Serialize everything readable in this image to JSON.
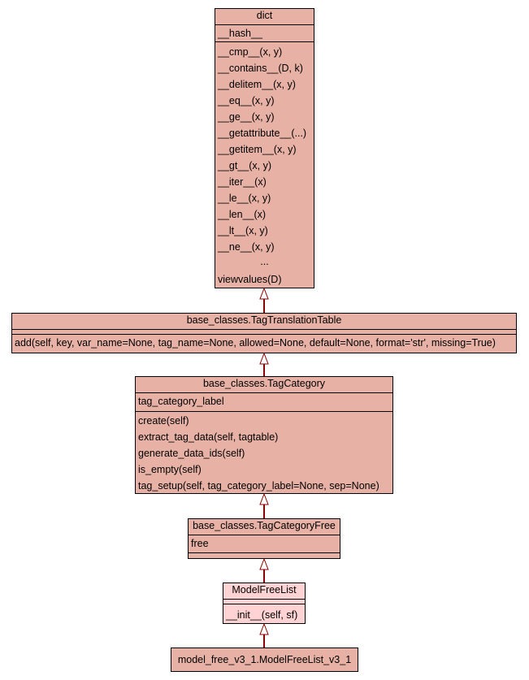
{
  "classes": {
    "dict": {
      "name": "dict",
      "attributes": [
        "__hash__"
      ],
      "methods": [
        "__cmp__(x, y)",
        "__contains__(D, k)",
        "__delitem__(x, y)",
        "__eq__(x, y)",
        "__ge__(x, y)",
        "__getattribute__(...)",
        "__getitem__(x, y)",
        "__gt__(x, y)",
        "__iter__(x)",
        "__le__(x, y)",
        "__len__(x)",
        "__lt__(x, y)",
        "__ne__(x, y)",
        "...",
        "viewvalues(D)"
      ]
    },
    "tag_translation_table": {
      "name": "base_classes.TagTranslationTable",
      "attributes": [],
      "methods": [
        "add(self, key, var_name=None, tag_name=None, allowed=None, default=None, format='str', missing=True)"
      ]
    },
    "tag_category": {
      "name": "base_classes.TagCategory",
      "attributes": [
        "tag_category_label"
      ],
      "methods": [
        "create(self)",
        "extract_tag_data(self, tagtable)",
        "generate_data_ids(self)",
        "is_empty(self)",
        "tag_setup(self, tag_category_label=None, sep=None)"
      ]
    },
    "tag_category_free": {
      "name": "base_classes.TagCategoryFree",
      "attributes": [
        "free"
      ],
      "methods": []
    },
    "model_free_list": {
      "name": "ModelFreeList",
      "attributes": [],
      "methods": [
        "__init__(self, sf)"
      ]
    },
    "model_free_list_v3_1": {
      "name": "model_free_v3_1.ModelFreeList_v3_1"
    }
  },
  "colors": {
    "class_fill": "#e7b2a5",
    "leaf_fill": "#ffd3d3",
    "edge": "#8b0000"
  }
}
